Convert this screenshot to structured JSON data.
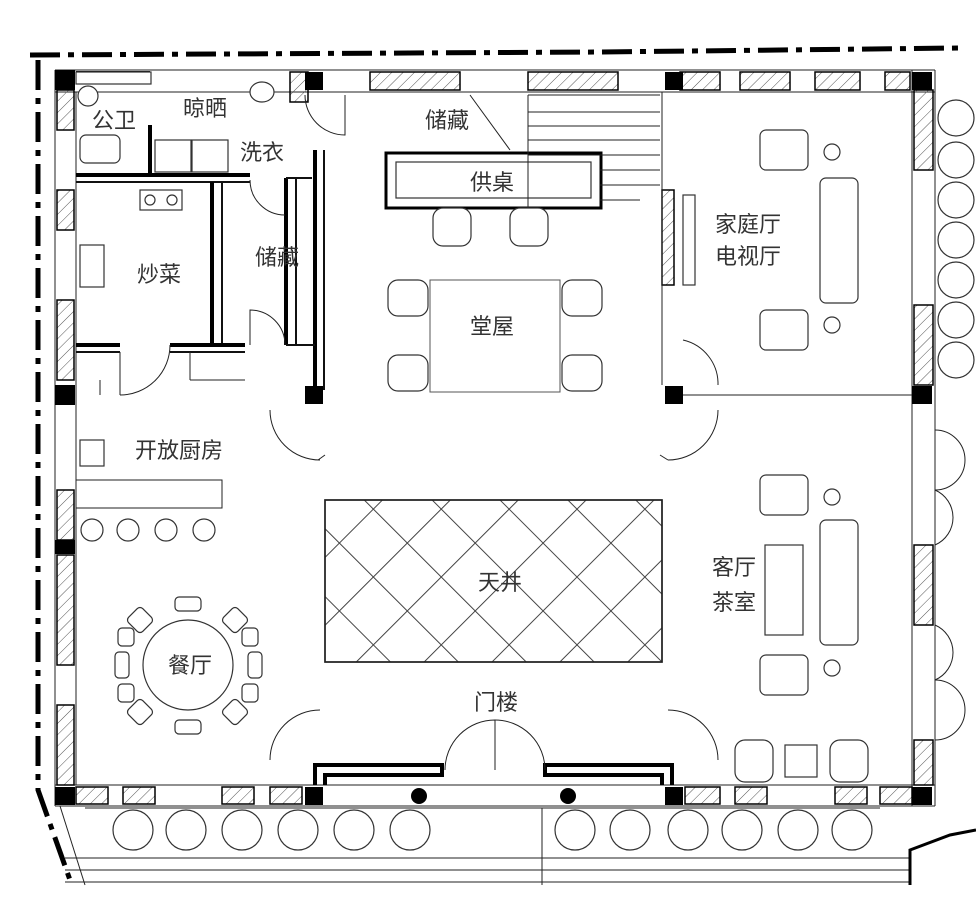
{
  "rooms": {
    "bathroom": "公卫",
    "pantry": "晾晒",
    "laundry": "洗衣",
    "storage_top": "储藏",
    "storage_left": "储藏",
    "altar": "供桌",
    "cooking": "炒菜",
    "main_hall": "堂屋",
    "family_room_1": "家庭厅",
    "family_room_2": "电视厅",
    "open_kitchen": "开放厨房",
    "courtyard": "天井",
    "dining": "餐厅",
    "living_1": "客厅",
    "living_2": "茶室",
    "gate": "门楼"
  }
}
